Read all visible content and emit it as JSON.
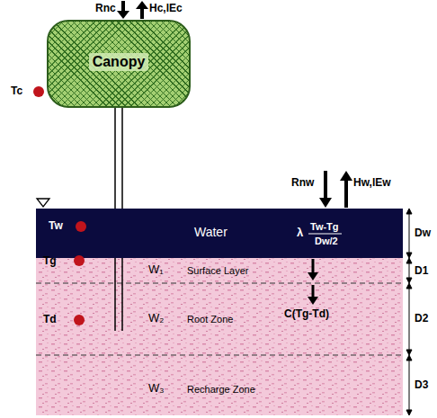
{
  "diagram": {
    "nodes": [
      {
        "text": [
          "Canopy"
        ]
      },
      {
        "text": [
          "Water"
        ]
      },
      {
        "text": [
          "W₁",
          "Surface Layer"
        ]
      },
      {
        "text": [
          "W₂",
          "Root Zone"
        ]
      },
      {
        "text": [
          "W₃",
          "Recharge Zone"
        ]
      }
    ],
    "edges": [
      {
        "from": 0,
        "to": 3,
        "arrow": "none"
      }
    ],
    "labels": [
      "Rnc",
      "Hc,lEc",
      "Tc",
      "Rnw",
      "Hw,lEw",
      "Tw",
      "λ",
      "Tw-Tg",
      "Dw/2",
      "Dw",
      "Tg",
      "D1",
      "Td",
      "C(Tg-Td)",
      "D2",
      "D3"
    ]
  }
}
